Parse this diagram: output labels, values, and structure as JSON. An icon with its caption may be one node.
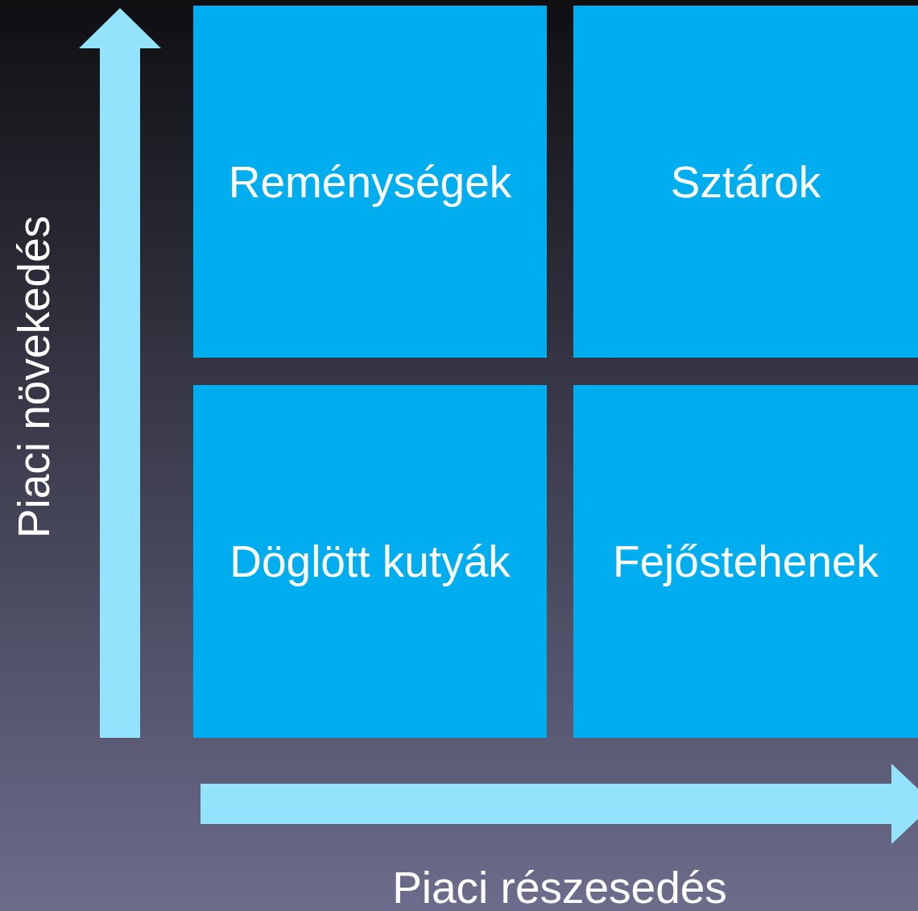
{
  "diagram": {
    "nodes": [
      {
        "text": [
          "Reménységek"
        ]
      },
      {
        "text": [
          "Sztárok"
        ]
      },
      {
        "text": [
          "Döglött kutyák"
        ]
      },
      {
        "text": [
          "Fejőstehenek"
        ]
      }
    ],
    "edges": [],
    "labels": [
      "Piaci növekedés",
      "Piaci részesedés"
    ]
  }
}
